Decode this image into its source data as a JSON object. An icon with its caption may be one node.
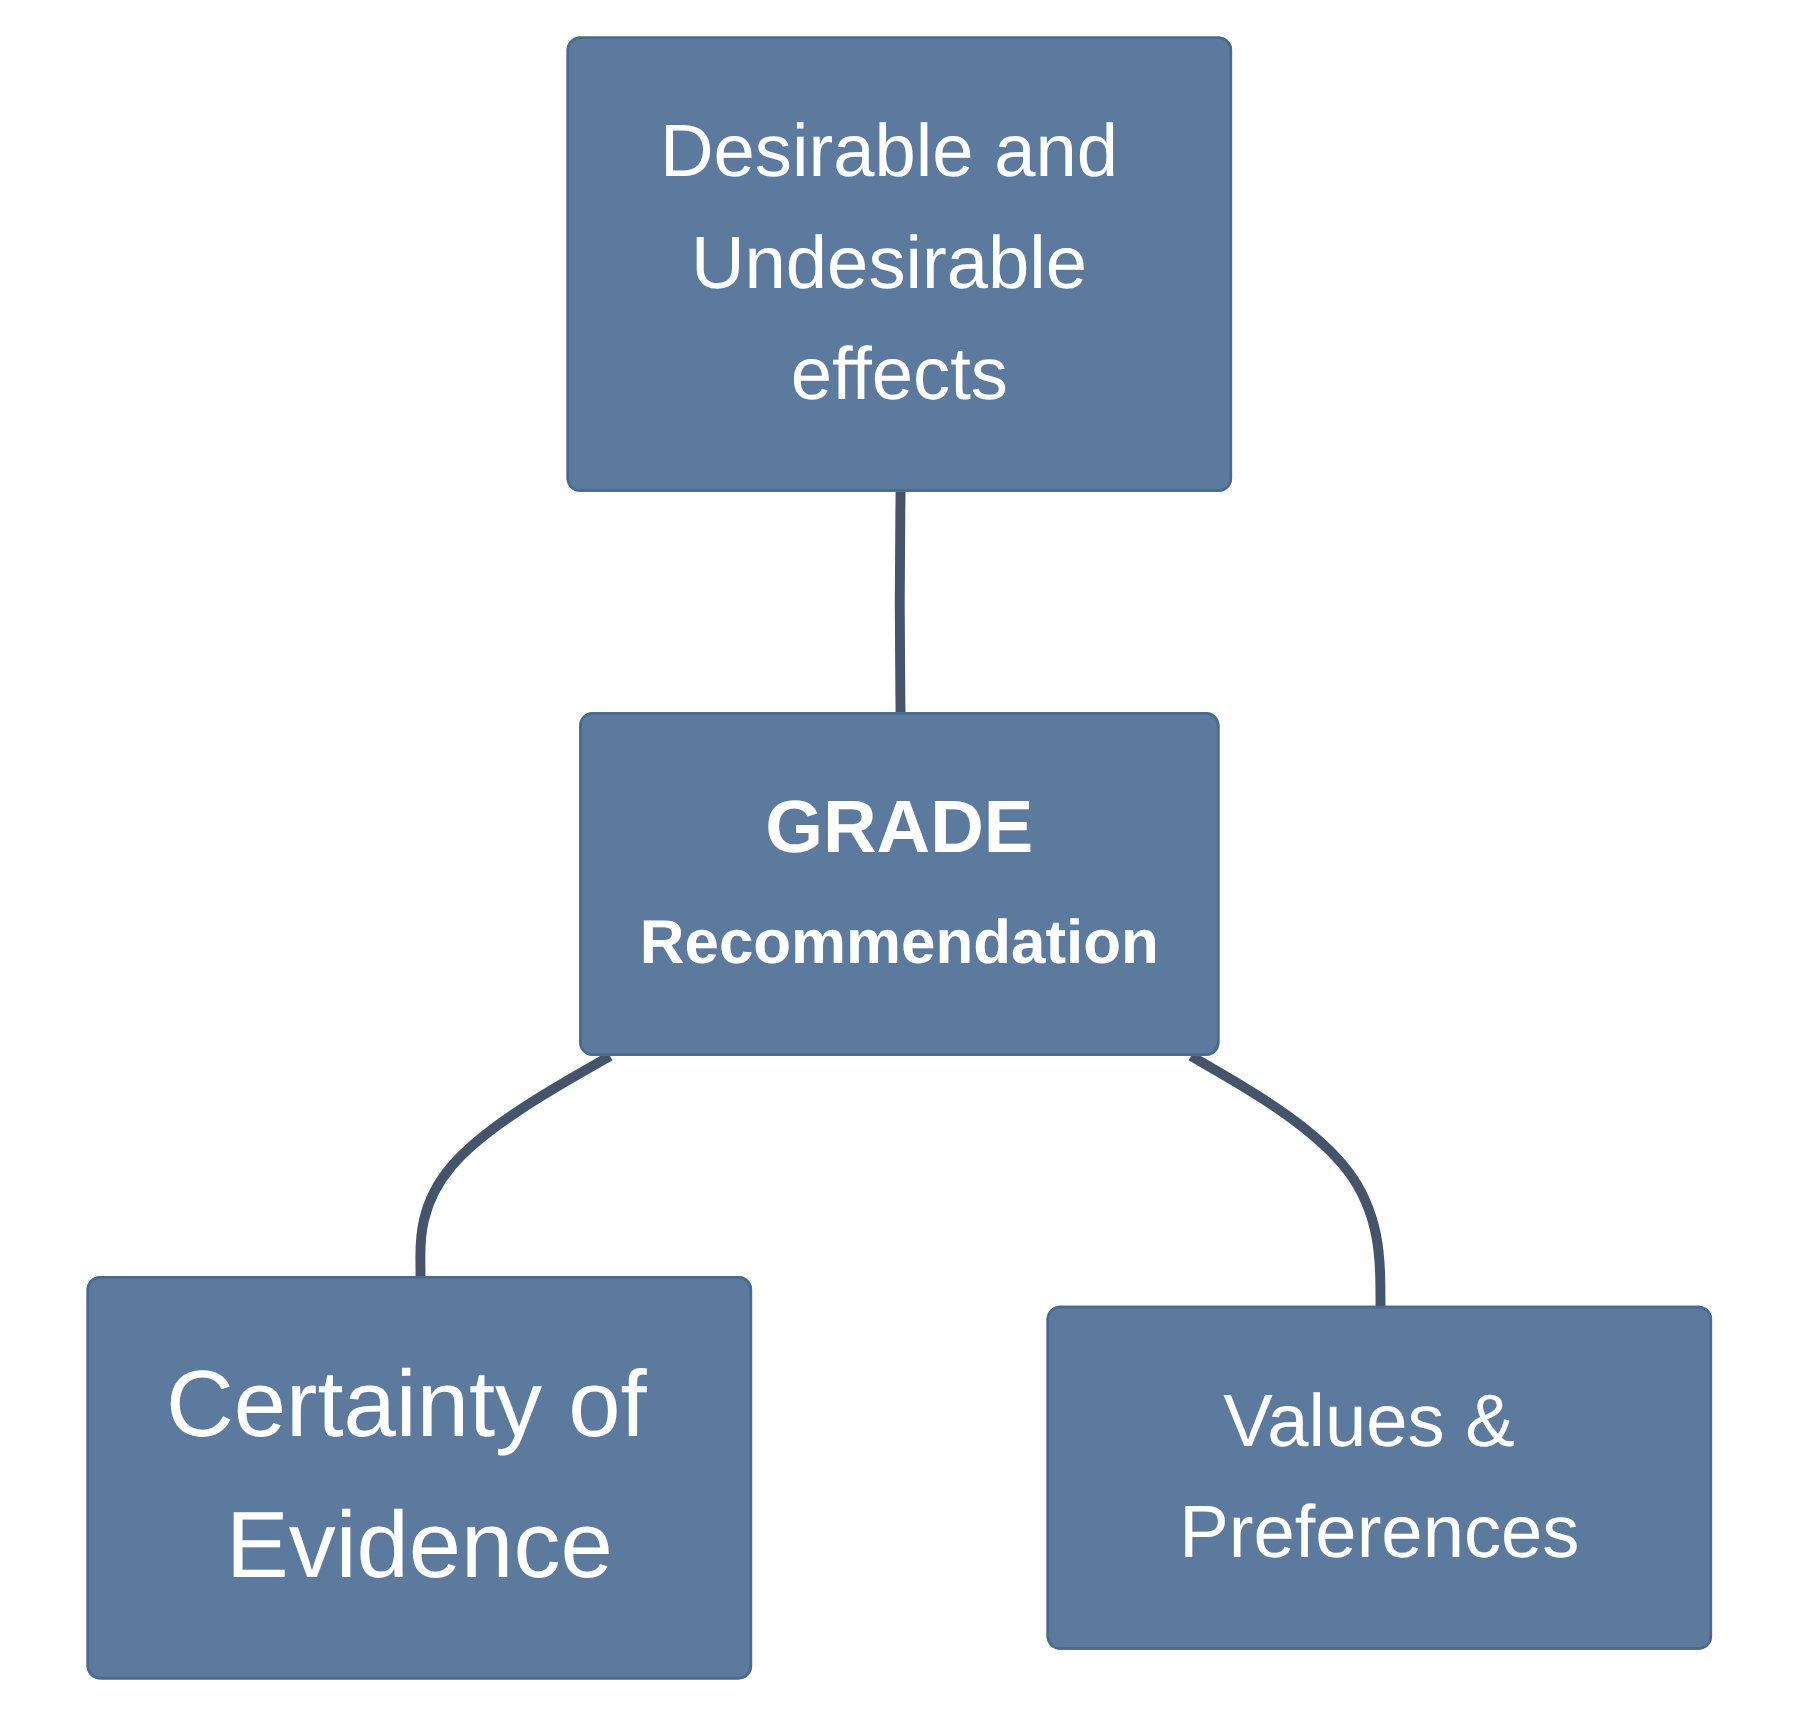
{
  "diagram": {
    "nodes": [
      {
        "text": [
          "Desirable and Undesirable effects"
        ]
      },
      {
        "text": [
          "GRADE",
          "Recommendation"
        ]
      },
      {
        "text": [
          "Certainty of Evidence"
        ]
      },
      {
        "text": [
          "Values & Preferences"
        ]
      }
    ],
    "edges": [
      {
        "from": 0,
        "to": 1,
        "arrow": "none"
      },
      {
        "from": 1,
        "to": 2,
        "arrow": "none"
      },
      {
        "from": 1,
        "to": 3,
        "arrow": "none"
      }
    ]
  }
}
